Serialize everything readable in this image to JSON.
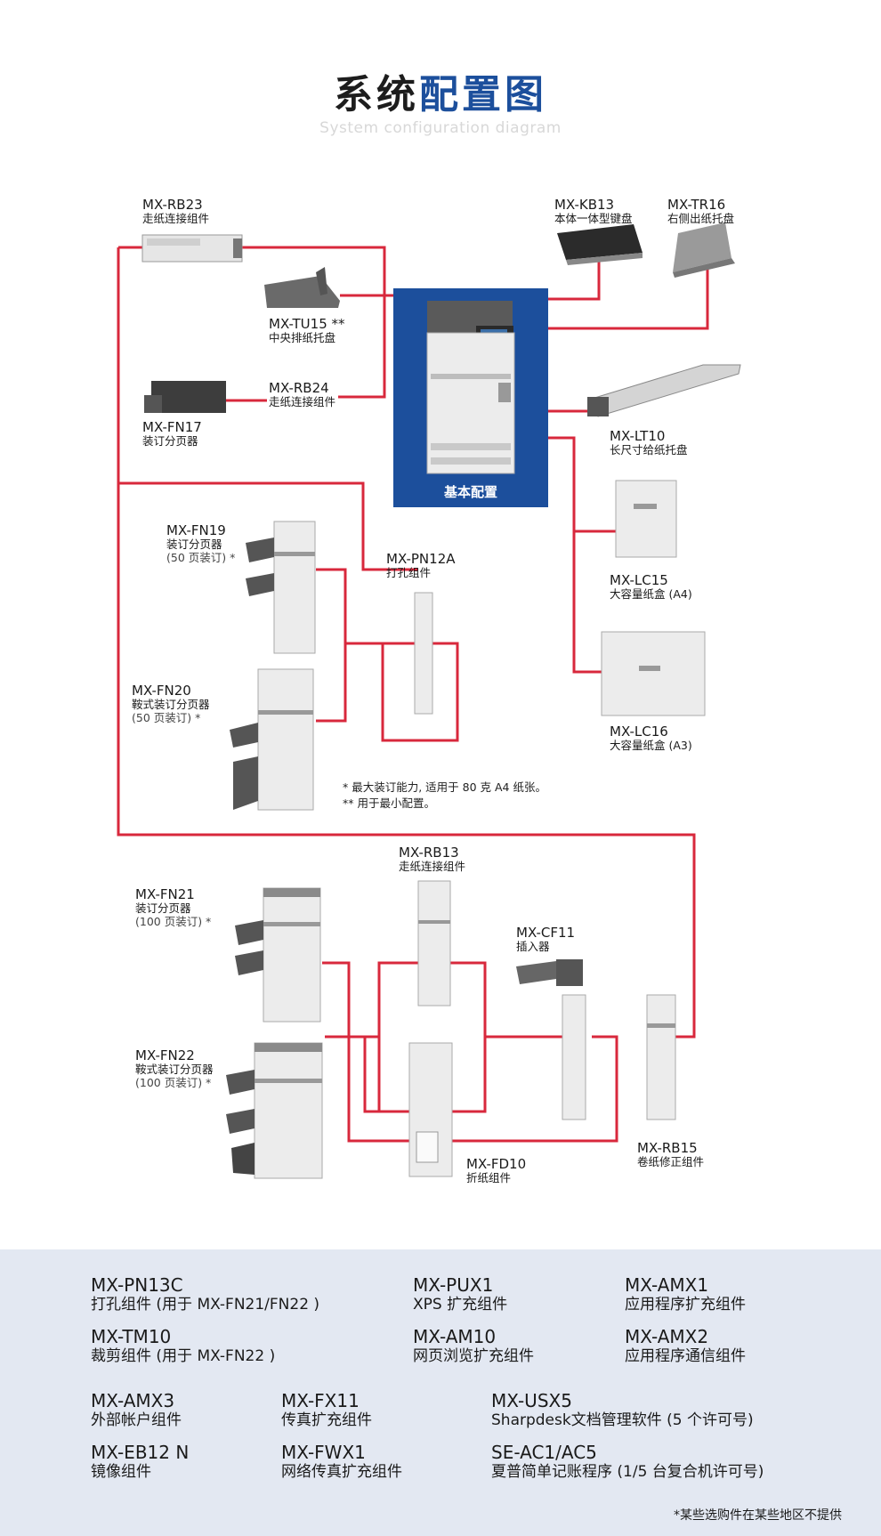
{
  "header": {
    "title_part1": "系统",
    "title_part2": "配置图",
    "subtitle": "System configuration diagram"
  },
  "colors": {
    "line": "#d8283c",
    "accent_blue": "#1c4f9c",
    "bottom_bg": "#e3e8f2"
  },
  "base": {
    "label": "基本配置"
  },
  "components": {
    "rb23": {
      "code": "MX-RB23",
      "name": "走纸连接组件"
    },
    "tu15": {
      "code": "MX-TU15 **",
      "name": "中央排纸托盘"
    },
    "rb24": {
      "code": "MX-RB24",
      "name": "走纸连接组件"
    },
    "fn17": {
      "code": "MX-FN17",
      "name": "装订分页器"
    },
    "kb13": {
      "code": "MX-KB13",
      "name": "本体一体型键盘"
    },
    "tr16": {
      "code": "MX-TR16",
      "name": "右侧出纸托盘"
    },
    "lt10": {
      "code": "MX-LT10",
      "name": "长尺寸给纸托盘"
    },
    "lc15": {
      "code": "MX-LC15",
      "name": "大容量纸盒 (A4)"
    },
    "lc16": {
      "code": "MX-LC16",
      "name": "大容量纸盒 (A3)"
    },
    "fn19": {
      "code": "MX-FN19",
      "name": "装订分页器",
      "note": "(50 页装订) *"
    },
    "pn12a": {
      "code": "MX-PN12A",
      "name": "打孔组件"
    },
    "fn20": {
      "code": "MX-FN20",
      "name": "鞍式装订分页器",
      "note": "(50 页装订) *"
    },
    "rb13": {
      "code": "MX-RB13",
      "name": "走纸连接组件"
    },
    "fn21": {
      "code": "MX-FN21",
      "name": "装订分页器",
      "note": "(100 页装订) *"
    },
    "cf11": {
      "code": "MX-CF11",
      "name": "插入器"
    },
    "fn22": {
      "code": "MX-FN22",
      "name": "鞍式装订分页器",
      "note": "(100 页装订) *"
    },
    "rb15": {
      "code": "MX-RB15",
      "name": "卷纸修正组件"
    },
    "fd10": {
      "code": "MX-FD10",
      "name": "折纸组件"
    }
  },
  "notes": {
    "line1": "* 最大装订能力, 适用于 80 克 A4 纸张。",
    "line2": "** 用于最小配置。"
  },
  "options": [
    {
      "code": "MX-PN13C",
      "desc": "打孔组件 (用于 MX-FN21/FN22 )"
    },
    {
      "code": "MX-PUX1",
      "desc": "XPS 扩充组件"
    },
    {
      "code": "MX-AMX1",
      "desc": "应用程序扩充组件"
    },
    {
      "code": "MX-TM10",
      "desc": "裁剪组件 (用于 MX-FN22 )"
    },
    {
      "code": "MX-AM10",
      "desc": "网页浏览扩充组件"
    },
    {
      "code": "MX-AMX2",
      "desc": "应用程序通信组件"
    },
    {
      "code": "MX-AMX3",
      "desc": "外部帐户组件"
    },
    {
      "code": "MX-FX11",
      "desc": "传真扩充组件"
    },
    {
      "code": "MX-USX5",
      "desc": "Sharpdesk文档管理软件 (5 个许可号)"
    },
    {
      "code": "MX-EB12 N",
      "desc": "镜像组件"
    },
    {
      "code": "MX-FWX1",
      "desc": "网络传真扩充组件"
    },
    {
      "code": "SE-AC1/AC5",
      "desc": "夏普简单记账程序 (1/5 台复合机许可号)"
    }
  ],
  "footnote": "*某些选购件在某些地区不提供"
}
